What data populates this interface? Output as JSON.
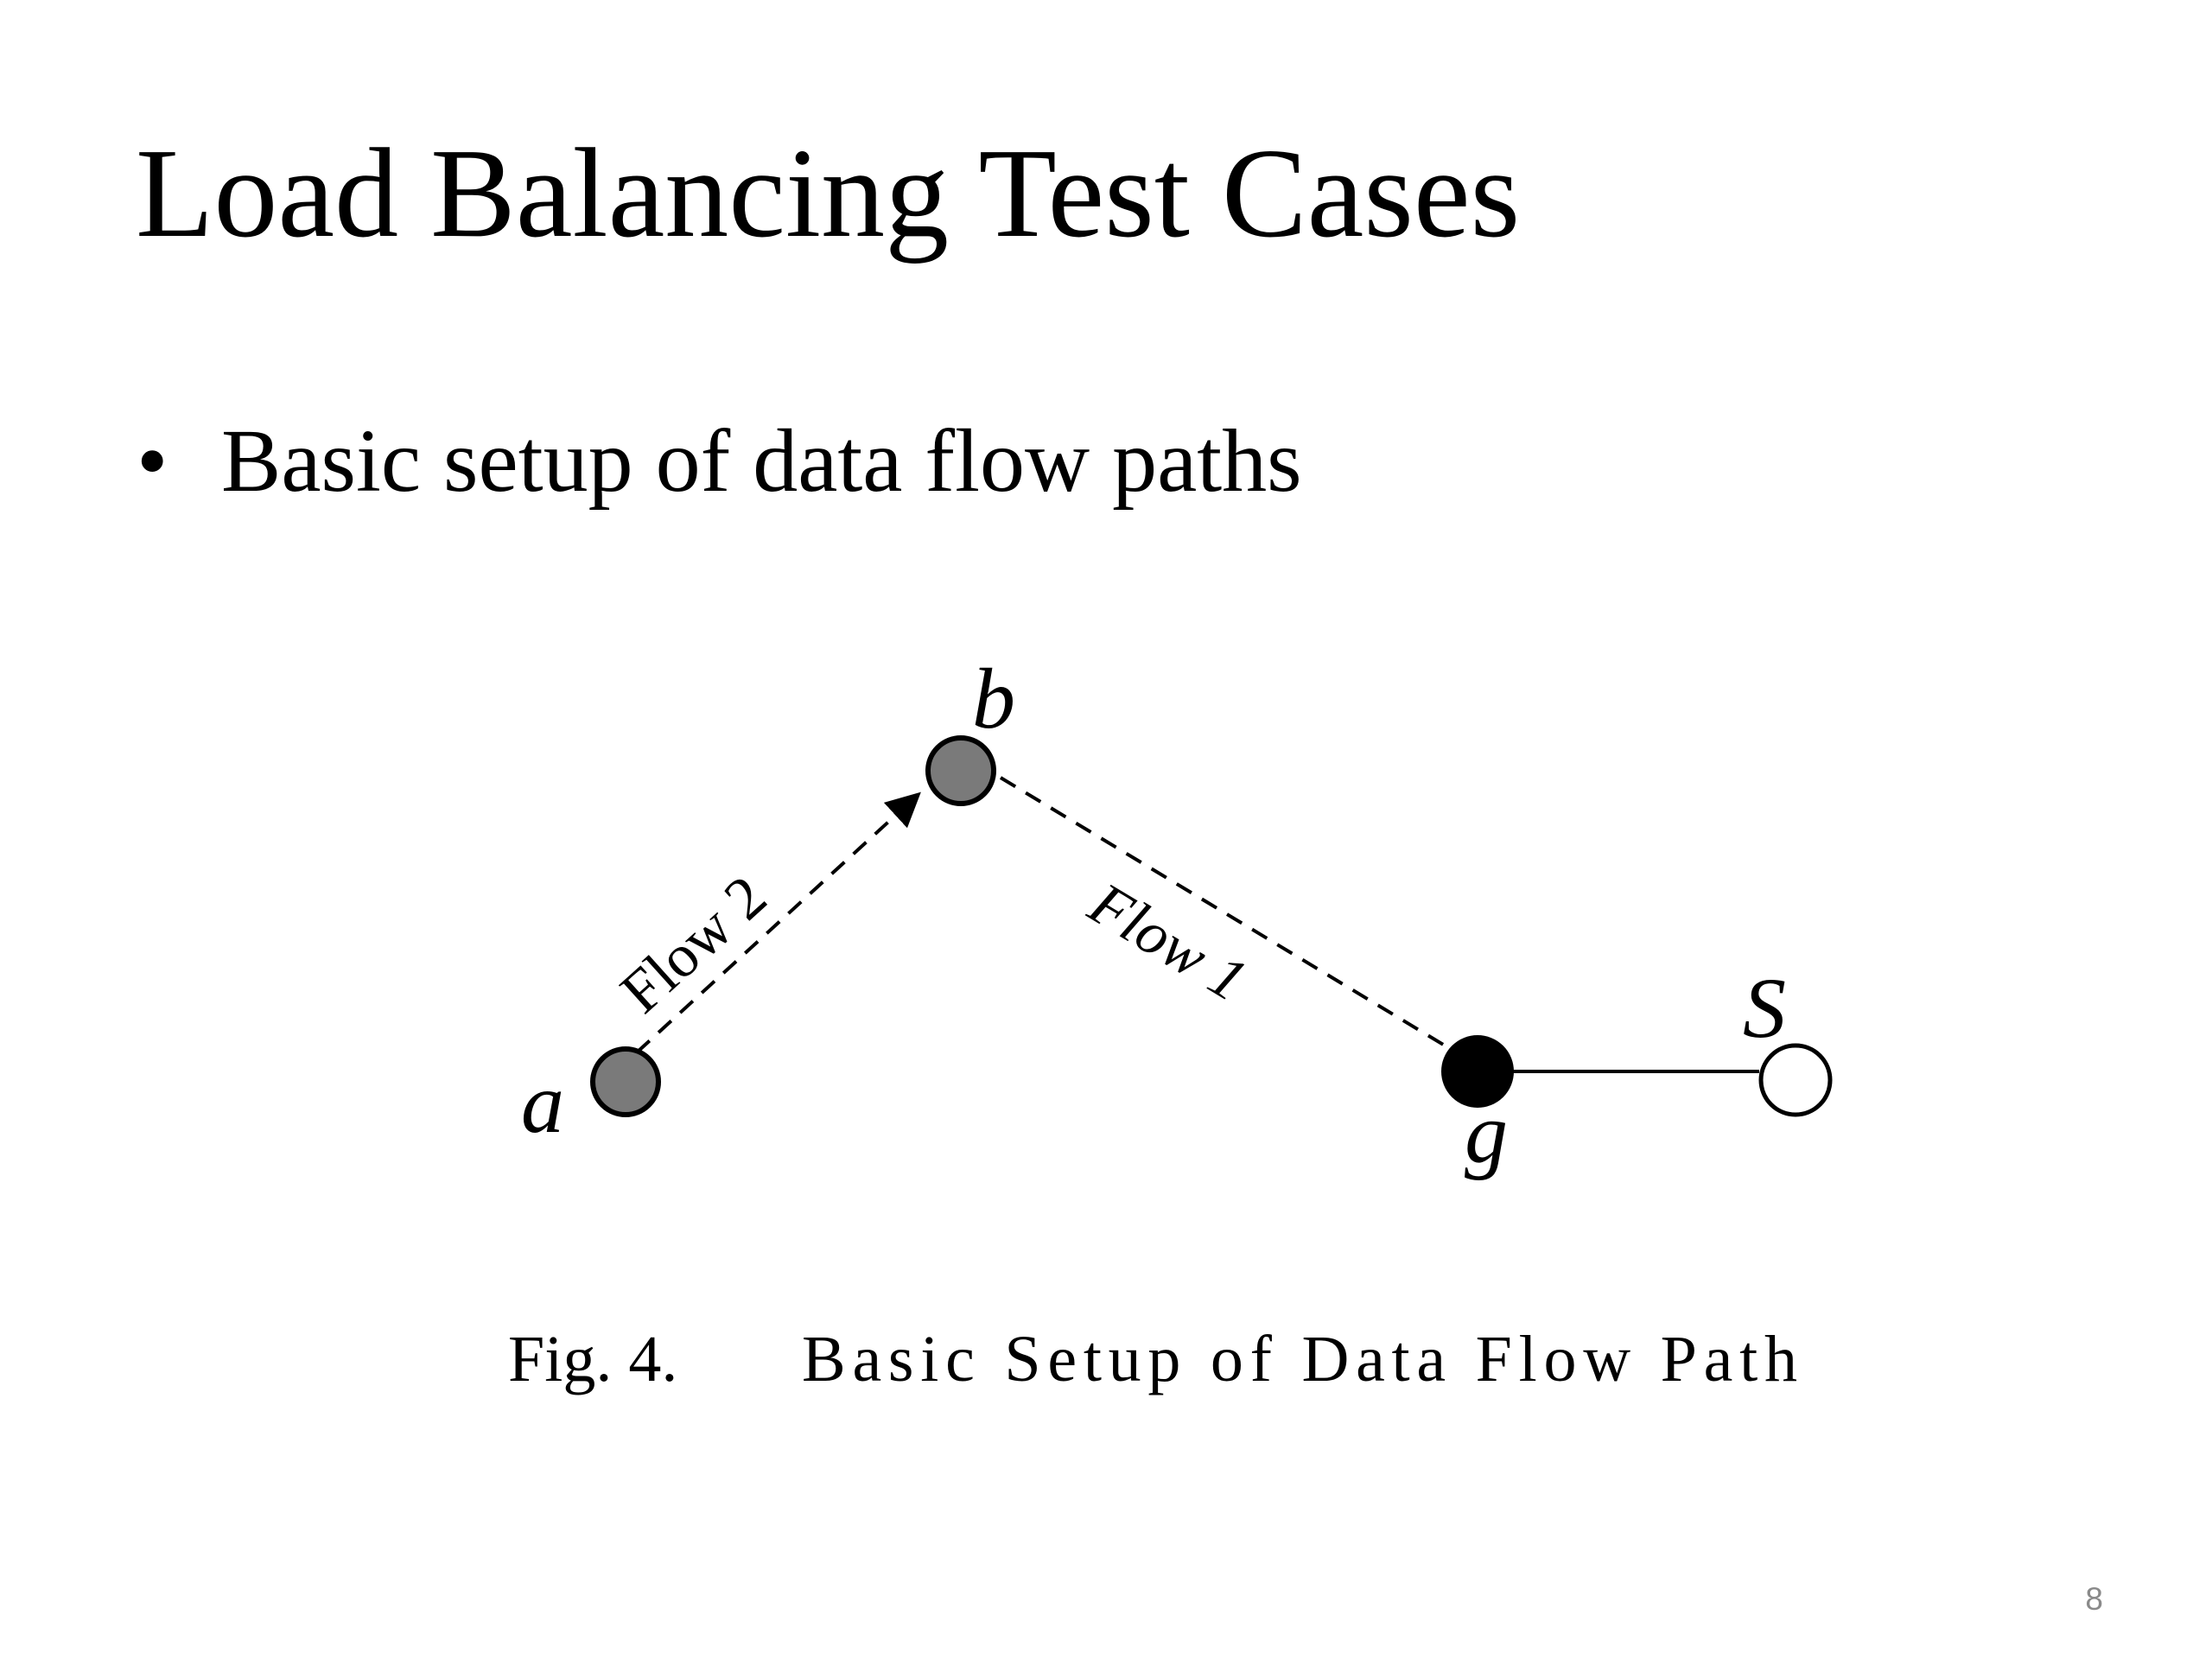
{
  "slide": {
    "title": "Load Balancing Test Cases",
    "bullets": [
      {
        "symbol": "•",
        "text": "Basic setup of data flow paths"
      }
    ],
    "page_number": "8"
  },
  "figure": {
    "caption_number": "Fig. 4.",
    "caption_text": "Basic Setup of Data Flow Path",
    "nodes": [
      {
        "id": "a",
        "label": "a",
        "fill": "#7a7a7a"
      },
      {
        "id": "b",
        "label": "b",
        "fill": "#7a7a7a"
      },
      {
        "id": "g",
        "label": "g",
        "fill": "#000000"
      },
      {
        "id": "S",
        "label": "S",
        "fill": "#ffffff"
      }
    ],
    "edges": [
      {
        "from": "a",
        "to": "b",
        "label": "Flow 2",
        "style": "dashed",
        "arrow": true
      },
      {
        "from": "b",
        "to": "g",
        "label": "Flow 1",
        "style": "dashed",
        "arrow": false
      },
      {
        "from": "g",
        "to": "S",
        "label": "",
        "style": "solid",
        "arrow": false
      }
    ]
  },
  "colors": {
    "text": "#000000",
    "page_number": "#8a8a8a",
    "node_gray": "#7a7a7a",
    "node_black": "#000000",
    "node_white": "#ffffff"
  }
}
